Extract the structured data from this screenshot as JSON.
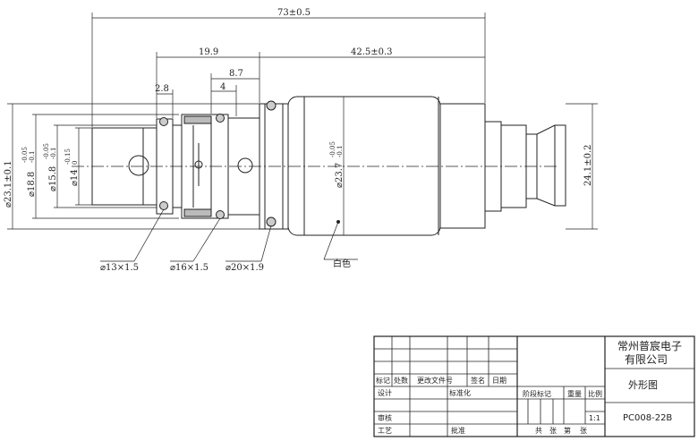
{
  "dimensions": {
    "overall_length": "73±0.5",
    "left_span": "19.9",
    "right_span": "42.5±0.3",
    "mid_span": "8.7",
    "small_span_a": "2.8",
    "small_span_b": "4",
    "dia_outer_left": "⌀23.1±0.1",
    "dia_a": "⌀18.8",
    "dia_a_tol": "-0.05",
    "dia_a_tol2": "-0.1",
    "dia_b": "⌀15.8",
    "dia_b_tol": "-0.05",
    "dia_b_tol2": "-0.1",
    "dia_c": "⌀14",
    "dia_c_tol": "-0.15",
    "dia_c_tol2": "0",
    "dia_body": "⌀23.7",
    "dia_body_tol": "-0.05",
    "dia_body_tol2": "-0.1",
    "right_height": "24.1±0.2"
  },
  "callouts": {
    "oring_1": "⌀13×1.5",
    "oring_2": "⌀16×1.5",
    "oring_3": "⌀20×1.9",
    "body_color": "白色"
  },
  "title_block": {
    "company_line1": "常州普宸电子",
    "company_line2": "有限公司",
    "part_name": "外形图",
    "part_number": "PC008-22B",
    "h_mark": "标记",
    "h_count": "处数",
    "h_doc": "更改文件号",
    "h_sign": "签名",
    "h_date": "日期",
    "design": "设计",
    "standardize": "标准化",
    "stage_mark": "阶段标记",
    "weight": "重量",
    "ratio": "比例",
    "scale": "1:1",
    "review": "审核",
    "process": "工艺",
    "approve": "批准",
    "sheets_total": "共",
    "sheets_unit": "张",
    "sheet_no": "第",
    "sheet_unit2": "张"
  }
}
